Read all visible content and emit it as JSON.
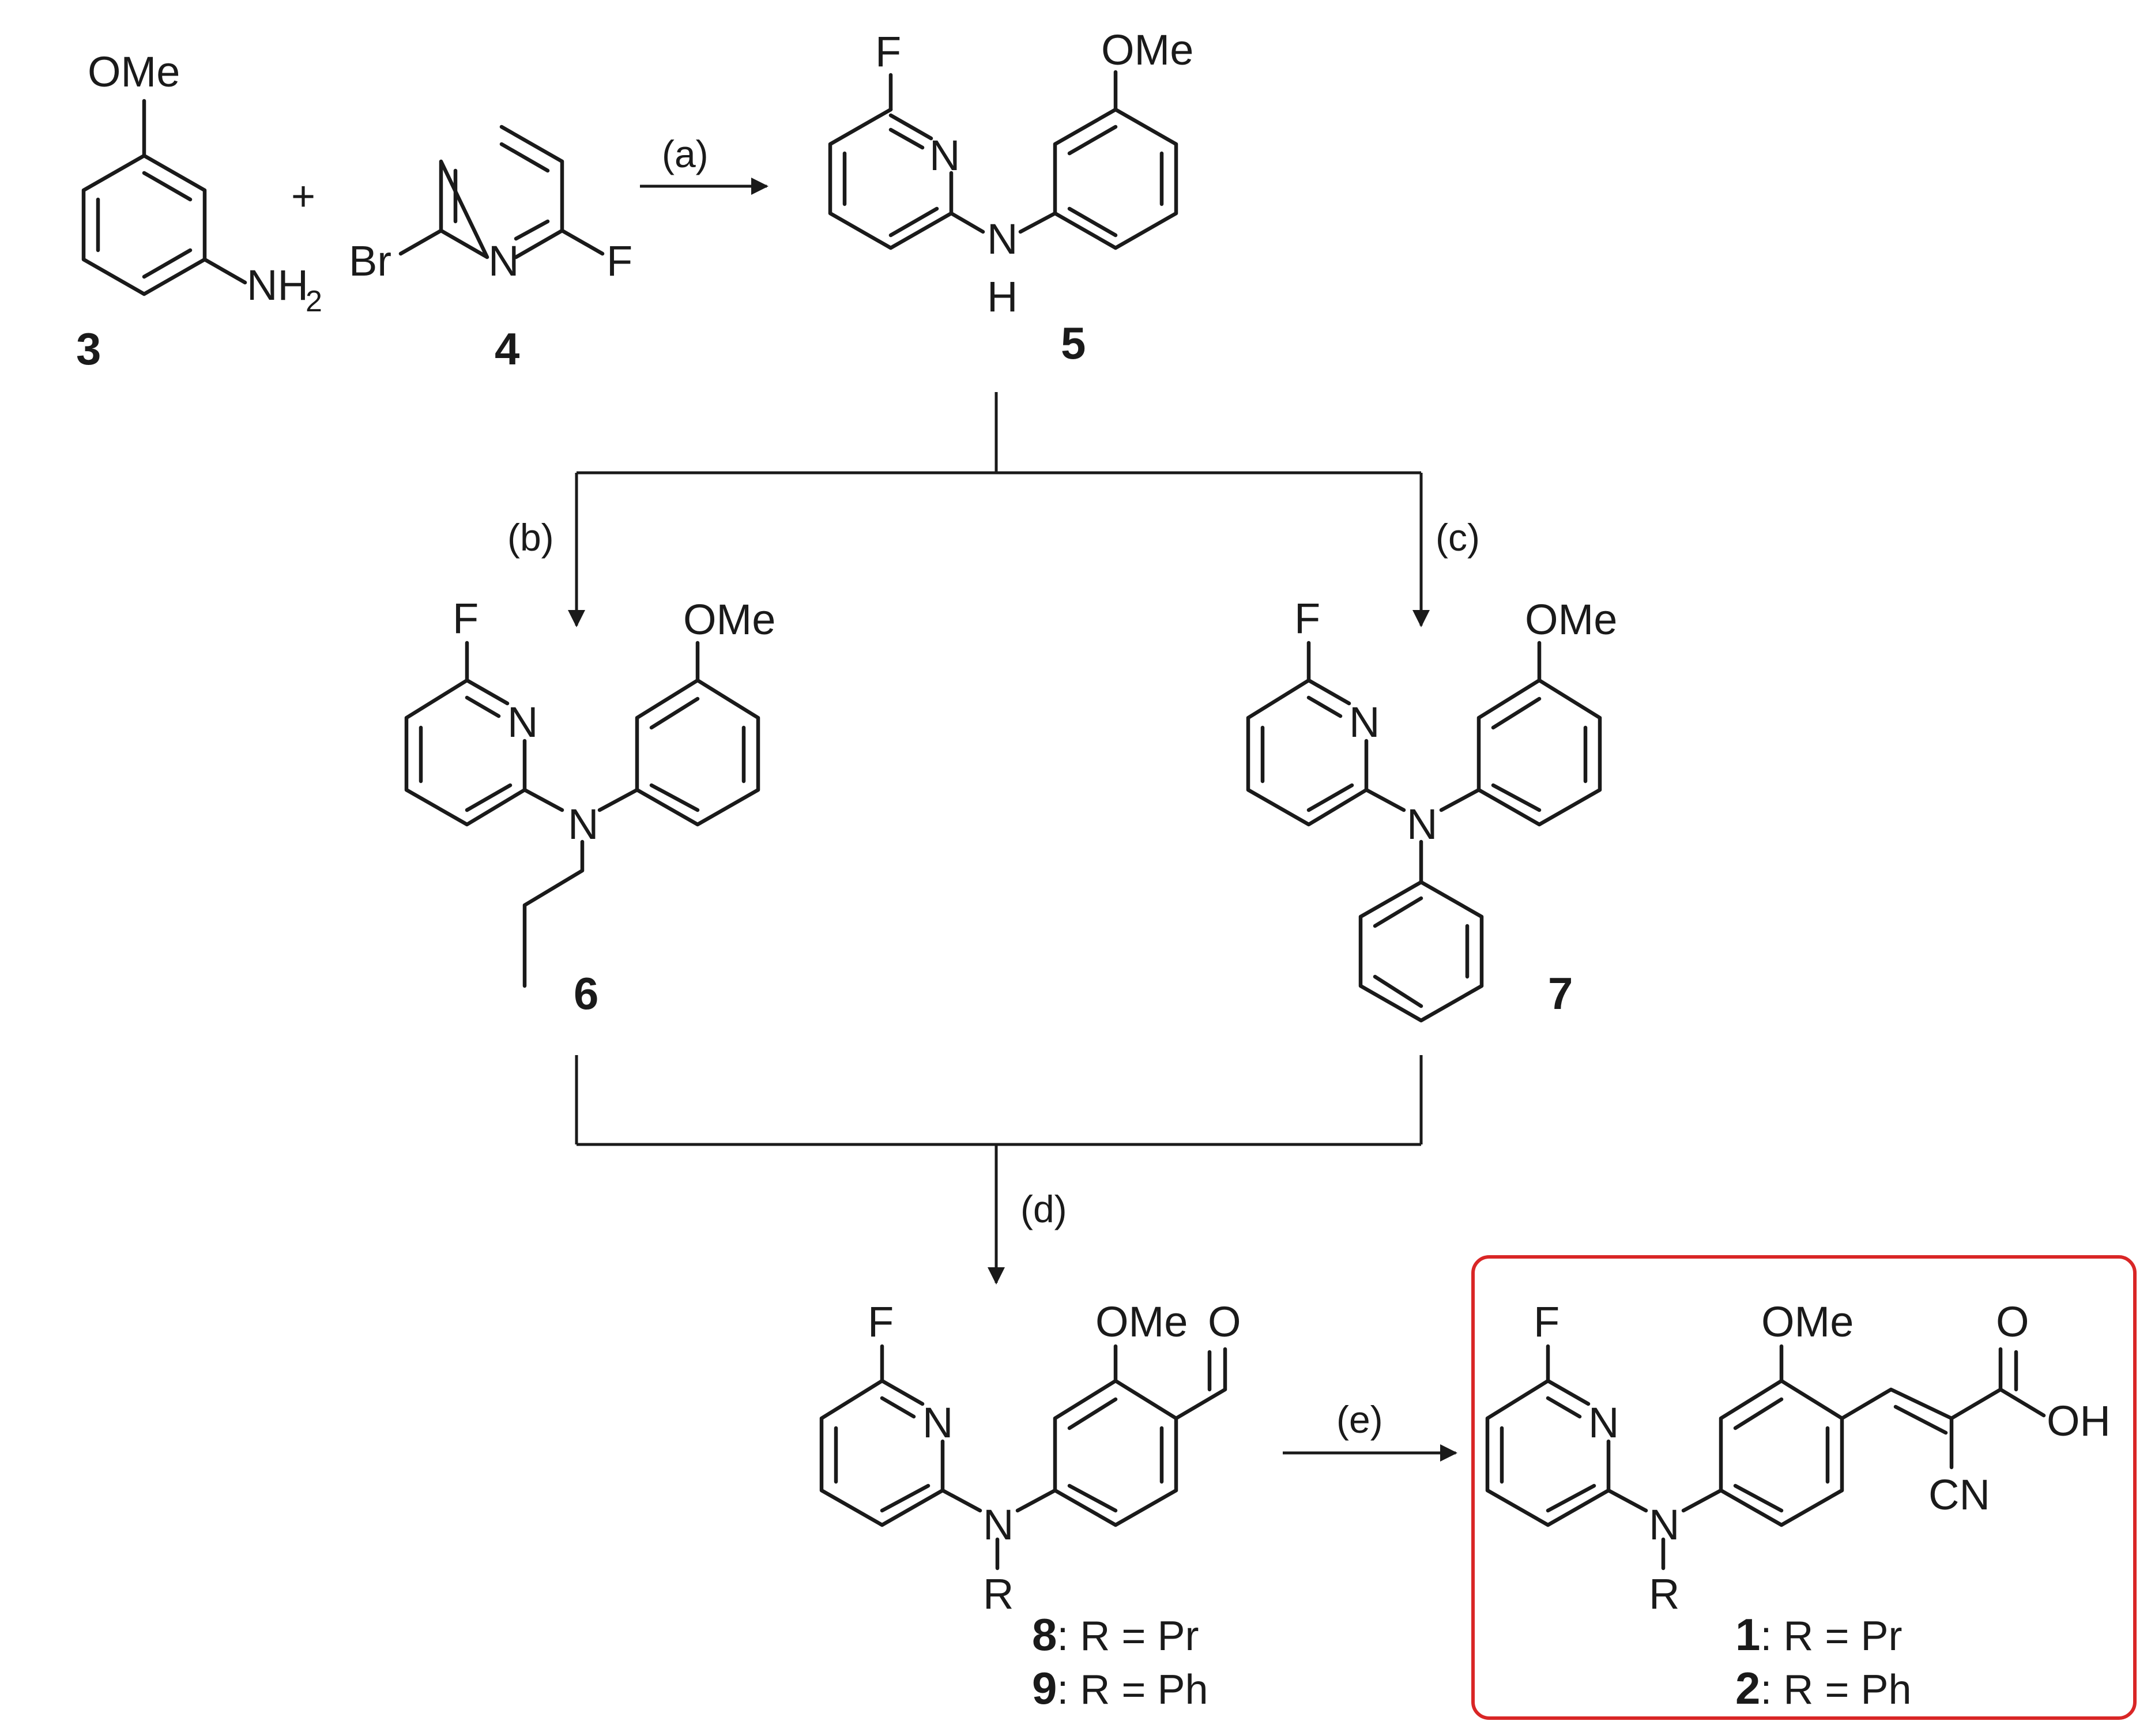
{
  "atoms": {
    "ome": "OMe",
    "nh2": "NH",
    "nh2_sub": "2",
    "br": "Br",
    "n": "N",
    "f": "F",
    "h": "H",
    "o": "O",
    "oh": "OH",
    "cn": "CN",
    "r": "R"
  },
  "plus": "+",
  "compounds": {
    "c3": "3",
    "c4": "4",
    "c5": "5",
    "c6": "6",
    "c7": "7",
    "c8": "8",
    "c9": "9",
    "c1": "1",
    "c2": "2"
  },
  "captions": {
    "pr": ": R = Pr",
    "ph": ": R = Ph"
  },
  "reagents": {
    "a": "(a)",
    "b": "(b)",
    "c": "(c)",
    "d": "(d)",
    "e": "(e)"
  },
  "colors": {
    "ink": "#1a1a1a",
    "highlight_box": "#d92626"
  }
}
